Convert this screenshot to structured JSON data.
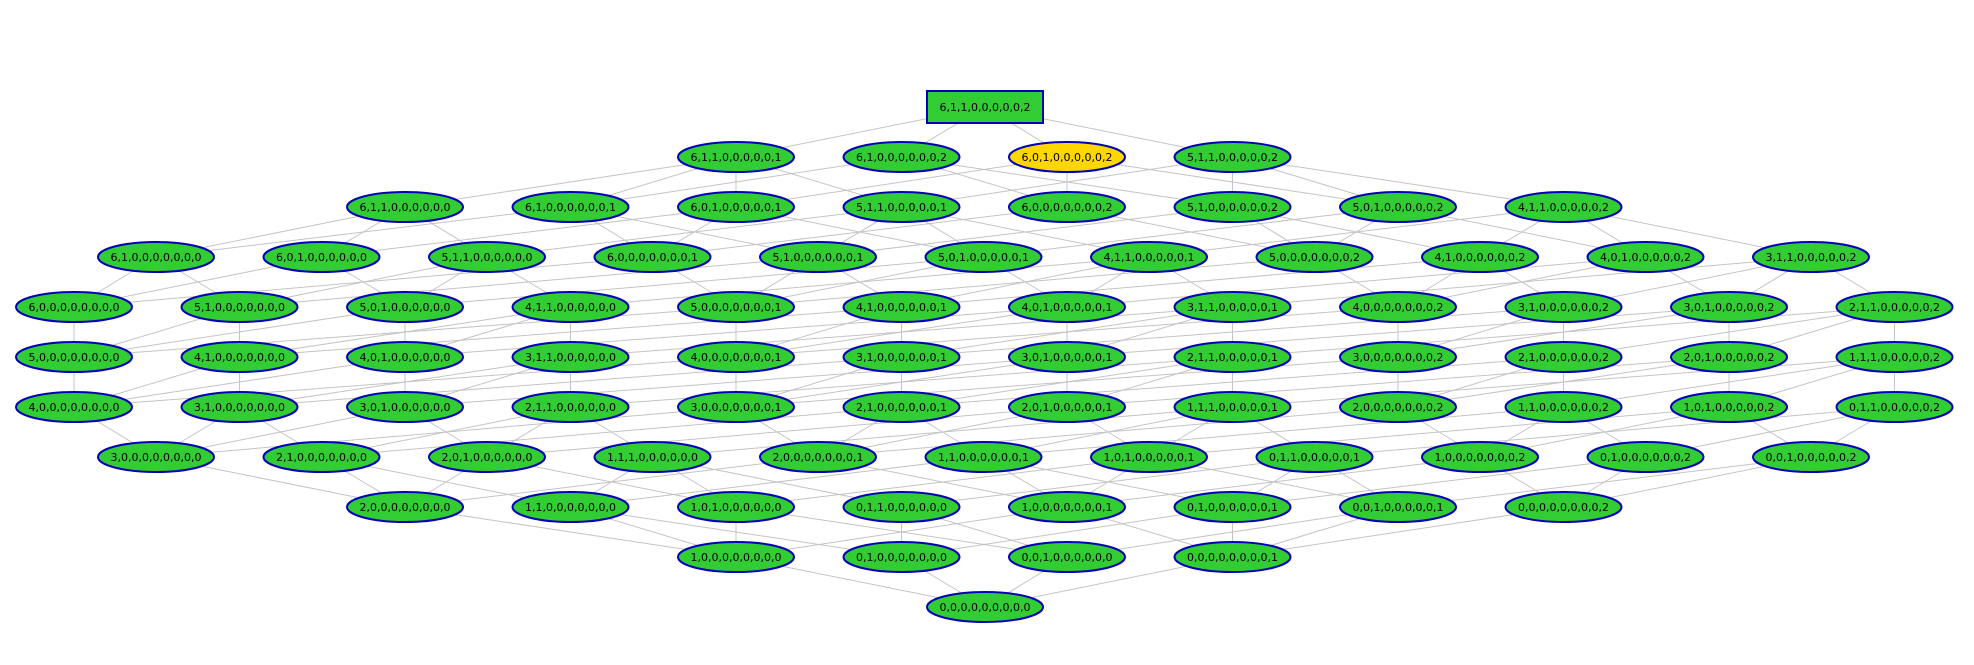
{
  "colors": {
    "node_fill": "#32CD32",
    "node_stroke": "#0000B8",
    "highlight_fill": "#FFD700",
    "edge_stroke": "#C4C4C4"
  },
  "levels": [
    [
      "6,1,1,0,0,0,0,0,2"
    ],
    [
      "6,1,1,0,0,0,0,0,1",
      "6,1,0,0,0,0,0,0,2",
      "6,0,1,0,0,0,0,0,2",
      "5,1,1,0,0,0,0,0,2"
    ],
    [
      "6,1,1,0,0,0,0,0,0",
      "6,1,0,0,0,0,0,0,1",
      "6,0,1,0,0,0,0,0,1",
      "5,1,1,0,0,0,0,0,1",
      "6,0,0,0,0,0,0,0,2",
      "5,1,0,0,0,0,0,0,2",
      "5,0,1,0,0,0,0,0,2",
      "4,1,1,0,0,0,0,0,2"
    ],
    [
      "6,1,0,0,0,0,0,0,0",
      "6,0,1,0,0,0,0,0,0",
      "5,1,1,0,0,0,0,0,0",
      "6,0,0,0,0,0,0,0,1",
      "5,1,0,0,0,0,0,0,1",
      "5,0,1,0,0,0,0,0,1",
      "4,1,1,0,0,0,0,0,1",
      "5,0,0,0,0,0,0,0,2",
      "4,1,0,0,0,0,0,0,2",
      "4,0,1,0,0,0,0,0,2",
      "3,1,1,0,0,0,0,0,2"
    ],
    [
      "6,0,0,0,0,0,0,0,0",
      "5,1,0,0,0,0,0,0,0",
      "5,0,1,0,0,0,0,0,0",
      "4,1,1,0,0,0,0,0,0",
      "5,0,0,0,0,0,0,0,1",
      "4,1,0,0,0,0,0,0,1",
      "4,0,1,0,0,0,0,0,1",
      "3,1,1,0,0,0,0,0,1",
      "4,0,0,0,0,0,0,0,2",
      "3,1,0,0,0,0,0,0,2",
      "3,0,1,0,0,0,0,0,2",
      "2,1,1,0,0,0,0,0,2"
    ],
    [
      "5,0,0,0,0,0,0,0,0",
      "4,1,0,0,0,0,0,0,0",
      "4,0,1,0,0,0,0,0,0",
      "3,1,1,0,0,0,0,0,0",
      "4,0,0,0,0,0,0,0,1",
      "3,1,0,0,0,0,0,0,1",
      "3,0,1,0,0,0,0,0,1",
      "2,1,1,0,0,0,0,0,1",
      "3,0,0,0,0,0,0,0,2",
      "2,1,0,0,0,0,0,0,2",
      "2,0,1,0,0,0,0,0,2",
      "1,1,1,0,0,0,0,0,2"
    ],
    [
      "4,0,0,0,0,0,0,0,0",
      "3,1,0,0,0,0,0,0,0",
      "3,0,1,0,0,0,0,0,0",
      "2,1,1,0,0,0,0,0,0",
      "3,0,0,0,0,0,0,0,1",
      "2,1,0,0,0,0,0,0,1",
      "2,0,1,0,0,0,0,0,1",
      "1,1,1,0,0,0,0,0,1",
      "2,0,0,0,0,0,0,0,2",
      "1,1,0,0,0,0,0,0,2",
      "1,0,1,0,0,0,0,0,2",
      "0,1,1,0,0,0,0,0,2"
    ],
    [
      "3,0,0,0,0,0,0,0,0",
      "2,1,0,0,0,0,0,0,0",
      "2,0,1,0,0,0,0,0,0",
      "1,1,1,0,0,0,0,0,0",
      "2,0,0,0,0,0,0,0,1",
      "1,1,0,0,0,0,0,0,1",
      "1,0,1,0,0,0,0,0,1",
      "0,1,1,0,0,0,0,0,1",
      "1,0,0,0,0,0,0,0,2",
      "0,1,0,0,0,0,0,0,2",
      "0,0,1,0,0,0,0,0,2"
    ],
    [
      "2,0,0,0,0,0,0,0,0",
      "1,1,0,0,0,0,0,0,0",
      "1,0,1,0,0,0,0,0,0",
      "0,1,1,0,0,0,0,0,0",
      "1,0,0,0,0,0,0,0,1",
      "0,1,0,0,0,0,0,0,1",
      "0,0,1,0,0,0,0,0,1",
      "0,0,0,0,0,0,0,0,2"
    ],
    [
      "1,0,0,0,0,0,0,0,0",
      "0,1,0,0,0,0,0,0,0",
      "0,0,1,0,0,0,0,0,0",
      "0,0,0,0,0,0,0,0,1"
    ],
    [
      "0,0,0,0,0,0,0,0,0"
    ]
  ],
  "root": "6,1,1,0,0,0,0,0,2",
  "highlighted": "6,0,1,0,0,0,0,0,2"
}
